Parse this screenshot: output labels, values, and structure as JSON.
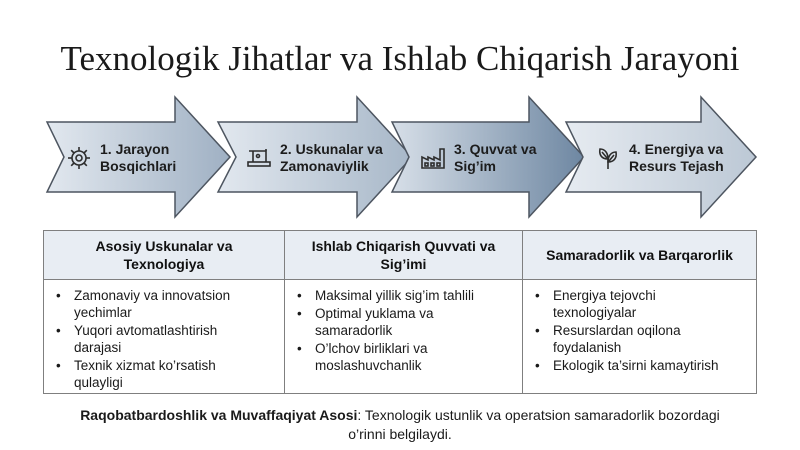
{
  "title": "Texnologik Jihatlar va Ishlab Chiqarish Jarayoni",
  "steps": [
    {
      "line1": "1. Jarayon",
      "line2": "Bosqichlari",
      "icon": "gear-icon"
    },
    {
      "line1": "2. Uskunalar va",
      "line2": "Zamonaviylik",
      "icon": "sewing-machine-icon"
    },
    {
      "line1": "3. Quvvat va",
      "line2": "Sig’im",
      "icon": "factory-icon"
    },
    {
      "line1": "4. Energiya va",
      "line2": "Resurs Tejash",
      "icon": "leaves-icon"
    }
  ],
  "table": {
    "headers": [
      {
        "line1": "Asosiy Uskunalar va",
        "line2": "Texnologiya"
      },
      {
        "line1": "Ishlab Chiqarish Quvvati va",
        "line2": "Sig’imi"
      },
      {
        "line1": "Samaradorlik va Barqarorlik",
        "line2": ""
      }
    ],
    "columns": [
      [
        {
          "line1": "Zamonaviy va innovatsion",
          "line2": "yechimlar"
        },
        {
          "line1": "Yuqori avtomatlashtirish",
          "line2": "darajasi"
        },
        {
          "line1": "Texnik xizmat ko’rsatish",
          "line2": "qulayligi"
        }
      ],
      [
        {
          "line1": "Maksimal yillik sig’im tahlili",
          "line2": ""
        },
        {
          "line1": "Optimal yuklama va",
          "line2": "samaradorlik"
        },
        {
          "line1": "O’lchov birliklari va",
          "line2": "moslashuvchanlik"
        }
      ],
      [
        {
          "line1": "Energiya tejovchi",
          "line2": "texnologiyalar"
        },
        {
          "line1": "Resurslardan oqilona",
          "line2": "foydalanish"
        },
        {
          "line1": "Ekologik ta’sirni kamaytirish",
          "line2": ""
        }
      ]
    ]
  },
  "footer": {
    "bold": "Raqobatbardoshlik va Muvaffaqiyat Asosi",
    "colon": ":",
    "text1": " Texnologik ustunlik va operatsion samaradorlik bozordagi",
    "text2": "o’rinni belgilaydi."
  },
  "colors": {
    "arrow_dark": "#6e87a2",
    "arrow_light": "#dde4ec",
    "outline": "#4d5560",
    "header_bg": "#e8edf3",
    "border": "#7f7f7f"
  }
}
